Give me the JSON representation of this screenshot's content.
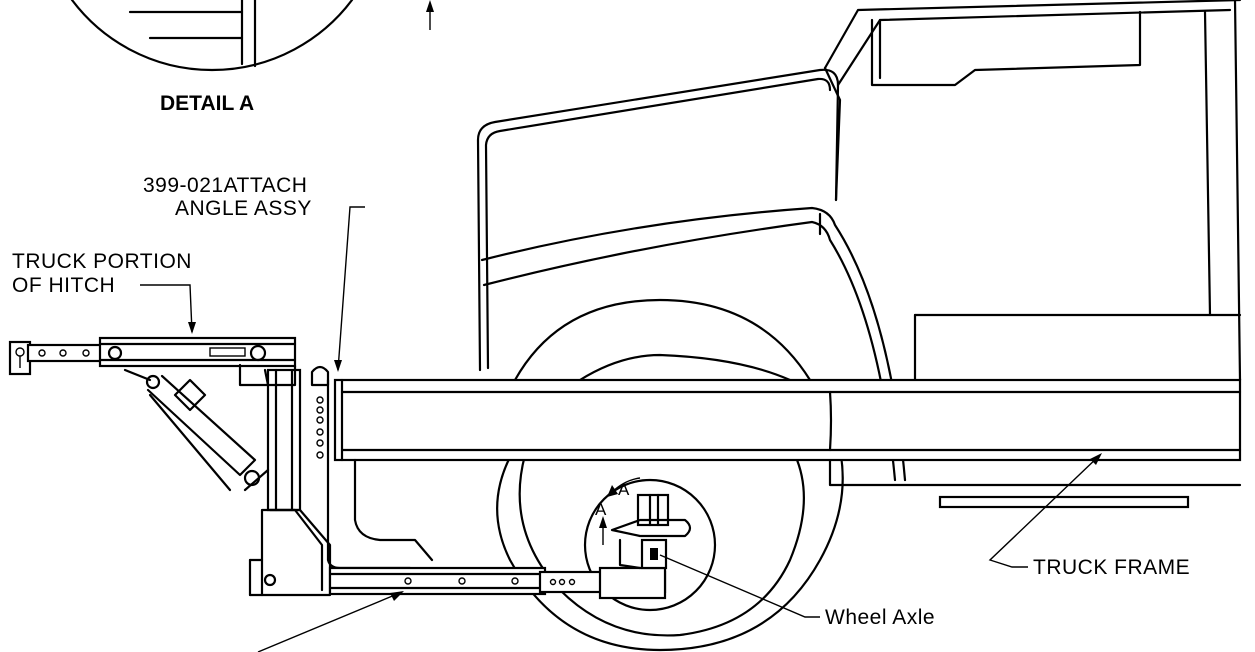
{
  "labels": {
    "detail": "DETAIL A",
    "attach_line1": "399-021ATTACH",
    "attach_line2": "ANGLE ASSY",
    "truck_portion_line1": "TRUCK PORTION",
    "truck_portion_line2": "OF HITCH",
    "truck_frame": "TRUCK FRAME",
    "wheel_axle": "Wheel Axle",
    "section_marker": "A"
  }
}
